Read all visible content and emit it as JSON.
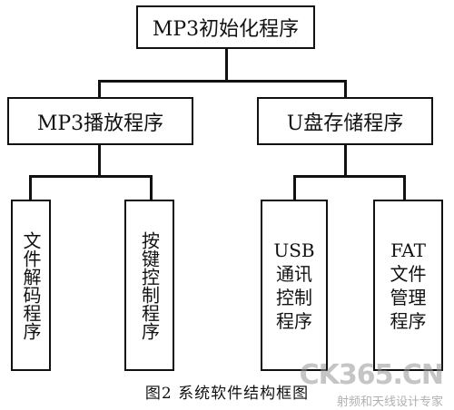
{
  "diagram": {
    "root": "MP3初始化程序",
    "branches": [
      {
        "label": "MP3播放程序",
        "children": [
          "文件解码程序",
          "按键控制程序"
        ]
      },
      {
        "label": "U盘存储程序",
        "children": [
          {
            "line1": "USB",
            "line2": "通讯",
            "line3": "控制",
            "line4": "程序"
          },
          {
            "line1": "FAT",
            "line2": "文件",
            "line3": "管理",
            "line4": "程序"
          }
        ]
      }
    ],
    "caption": "图2  系统软件结构框图"
  },
  "watermark": {
    "logo": "CK365.CN",
    "tagline": "射频和天线设计专家"
  }
}
